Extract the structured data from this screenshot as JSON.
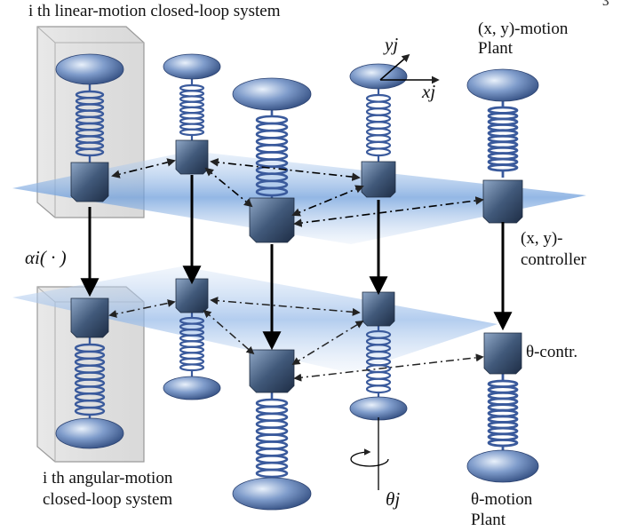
{
  "page_number": "3",
  "labels": {
    "linear_box_title": "i th linear-motion closed-loop system",
    "angular_box_title_line1": "i th angular-motion",
    "angular_box_title_line2": "closed-loop system",
    "xy_plant_line1": "(x, y)-motion",
    "xy_plant_line2": "Plant",
    "xy_controller_line1": "(x, y)-",
    "xy_controller_line2": "controller",
    "theta_controller": "θ-contr.",
    "theta_plant_line1": "θ-motion",
    "theta_plant_line2": "Plant",
    "alpha_map": "αi( · )",
    "axis_y": "yj",
    "axis_x": "xj",
    "axis_theta": "θj"
  },
  "colors": {
    "plane_top": "#6f9fdc",
    "plane_bottom": "#a9c7ee",
    "spring": "#3a5a9c",
    "spring_dark": "#1f3c7a",
    "mass": "#5e7fb5",
    "controller": "#3f5775",
    "box_fill": "#d9d9d9"
  }
}
